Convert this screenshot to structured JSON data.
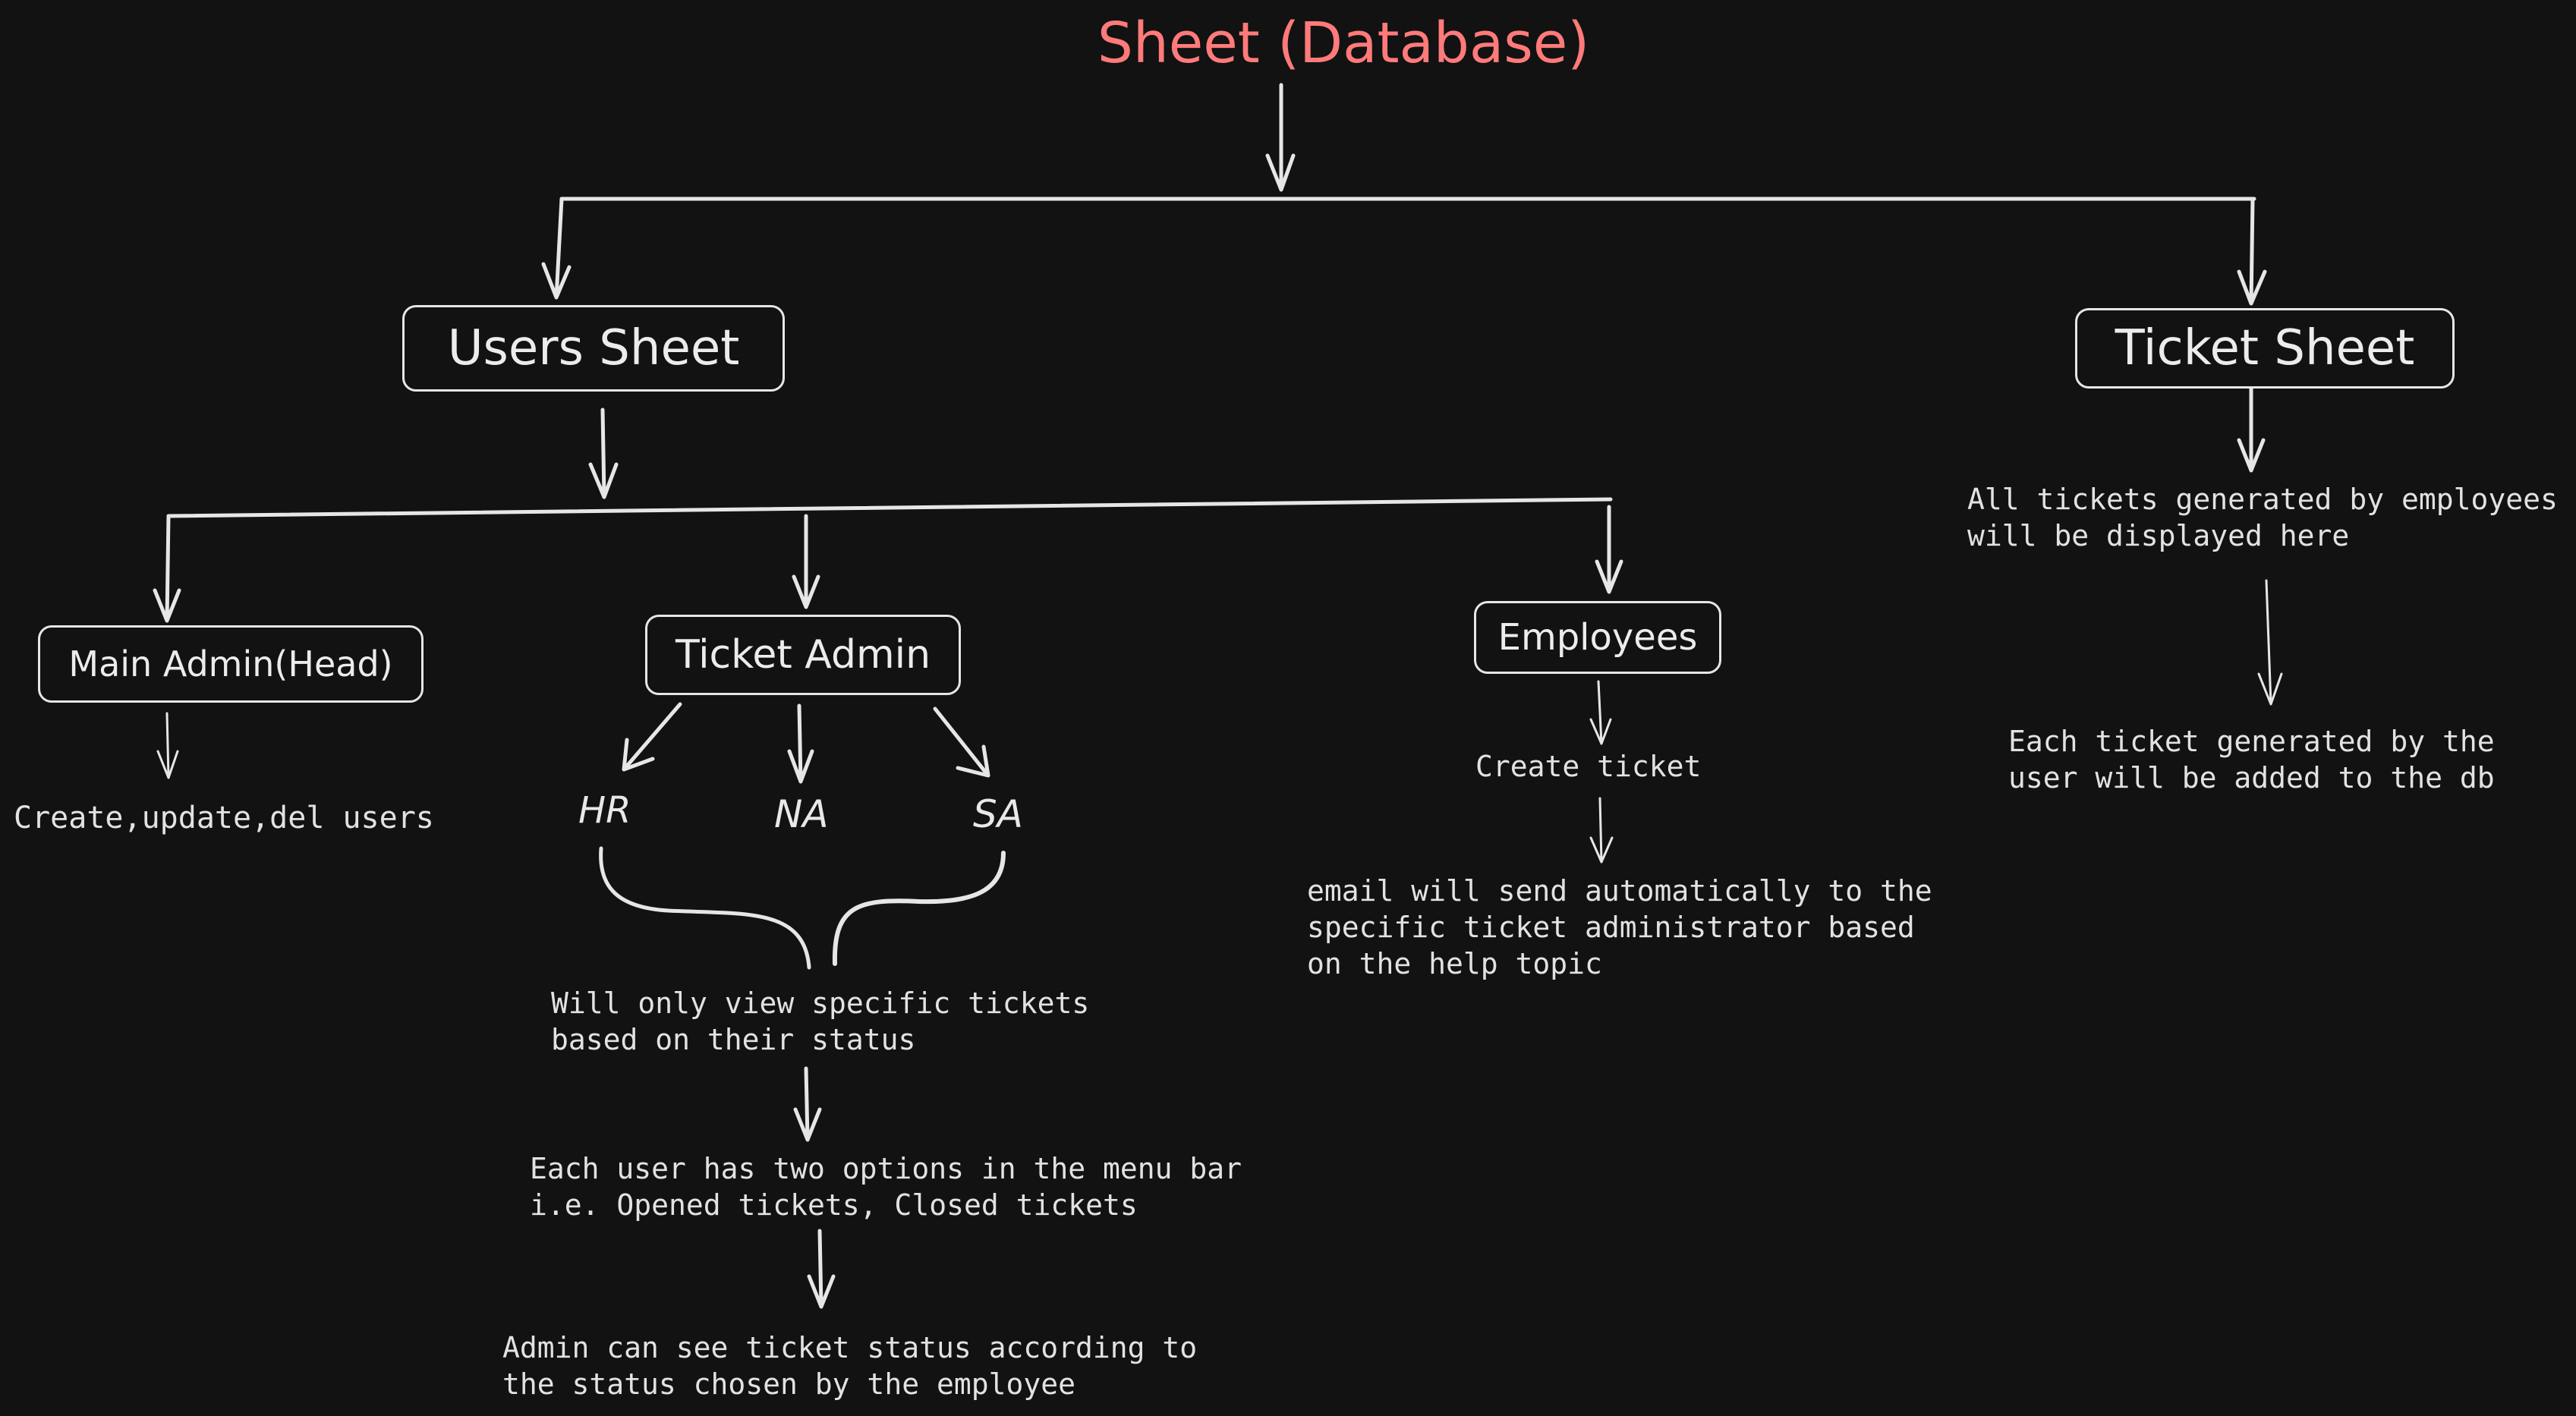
{
  "colors": {
    "background": "#121212",
    "title": "#ff7a7a",
    "ink": "#e6e6e6"
  },
  "diagram": {
    "title": "Sheet (Database)",
    "nodes": {
      "users_sheet": "Users Sheet",
      "ticket_sheet": "Ticket Sheet",
      "main_admin": "Main Admin(Head)",
      "ticket_admin": "Ticket Admin",
      "employees": "Employees",
      "hr": "HR",
      "na": "NA",
      "sa": "SA"
    },
    "notes": {
      "main_admin": "Create,update,del users",
      "ticket_admins_view": "Will only view specific tickets\nbased on their status",
      "menu_options": "Each user has two options in the menu bar\ni.e. Opened tickets, Closed tickets",
      "admin_status": "Admin can see ticket status according to\nthe status chosen by the employee",
      "create_ticket": "Create ticket",
      "email": "email will send automatically to the\nspecific ticket administrator based\non the help topic",
      "tickets_displayed": "All tickets generated by employees\nwill be displayed here",
      "ticket_added": "Each ticket generated by the\nuser will be added to the db"
    }
  }
}
